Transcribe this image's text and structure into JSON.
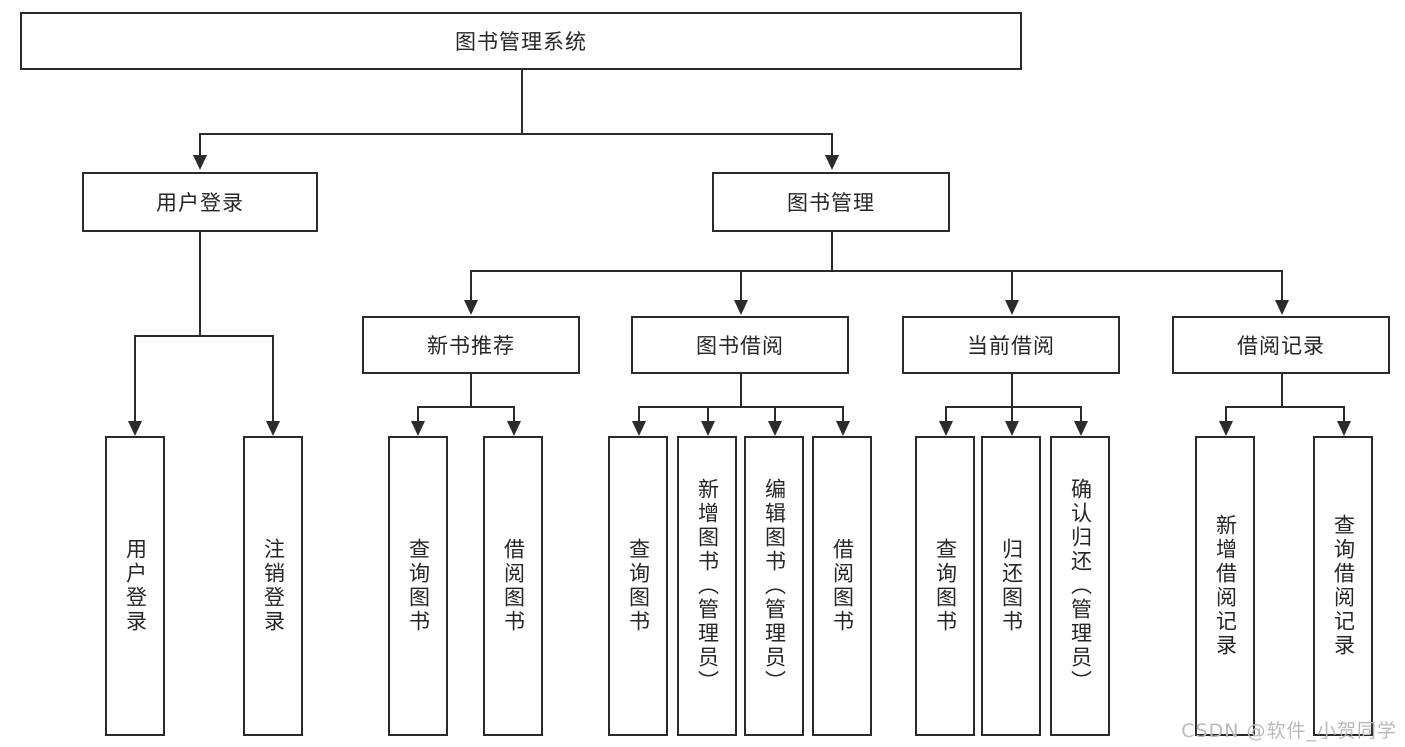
{
  "diagram": {
    "title": "图书管理系统",
    "root": {
      "label": "图书管理系统"
    },
    "level2": [
      {
        "label": "用户登录"
      },
      {
        "label": "图书管理"
      }
    ],
    "level3": [
      {
        "label": "新书推荐"
      },
      {
        "label": "图书借阅"
      },
      {
        "label": "当前借阅"
      },
      {
        "label": "借阅记录"
      }
    ],
    "leaves": {
      "user_login": [
        {
          "label": "用户登录"
        },
        {
          "label": "注销登录"
        }
      ],
      "new_book_recommend": [
        {
          "label": "查询图书"
        },
        {
          "label": "借阅图书"
        }
      ],
      "book_borrow": [
        {
          "label": "查询图书"
        },
        {
          "label": "新增图书（管理员）"
        },
        {
          "label": "编辑图书（管理员）"
        },
        {
          "label": "借阅图书"
        }
      ],
      "current_borrow": [
        {
          "label": "查询图书"
        },
        {
          "label": "归还图书"
        },
        {
          "label": "确认归还（管理员）"
        }
      ],
      "borrow_record": [
        {
          "label": "新增借阅记录"
        },
        {
          "label": "查询借阅记录"
        }
      ]
    }
  },
  "watermark": {
    "text": "CSDN @软件_小贺同学"
  },
  "colors": {
    "stroke": "#2b2b2b",
    "background": "#ffffff",
    "text": "#262626",
    "watermark": "#b9b9b9"
  },
  "chart_data": {
    "type": "diagram",
    "title": "图书管理系统 功能结构图",
    "nodes": [
      {
        "id": "root",
        "label": "图书管理系统",
        "level": 1
      },
      {
        "id": "user-login",
        "label": "用户登录",
        "level": 2
      },
      {
        "id": "book-manage",
        "label": "图书管理",
        "level": 2
      },
      {
        "id": "new-book",
        "label": "新书推荐",
        "level": 3
      },
      {
        "id": "book-borrow",
        "label": "图书借阅",
        "level": 3
      },
      {
        "id": "current-borrow",
        "label": "当前借阅",
        "level": 3
      },
      {
        "id": "borrow-record",
        "label": "借阅记录",
        "level": 3
      },
      {
        "id": "leaf-user-login",
        "label": "用户登录",
        "level": 4
      },
      {
        "id": "leaf-logout",
        "label": "注销登录",
        "level": 4
      },
      {
        "id": "leaf-nb-query",
        "label": "查询图书",
        "level": 4
      },
      {
        "id": "leaf-nb-borrow",
        "label": "借阅图书",
        "level": 4
      },
      {
        "id": "leaf-bb-query",
        "label": "查询图书",
        "level": 4
      },
      {
        "id": "leaf-bb-add",
        "label": "新增图书（管理员）",
        "level": 4
      },
      {
        "id": "leaf-bb-edit",
        "label": "编辑图书（管理员）",
        "level": 4
      },
      {
        "id": "leaf-bb-borrow",
        "label": "借阅图书",
        "level": 4
      },
      {
        "id": "leaf-cb-query",
        "label": "查询图书",
        "level": 4
      },
      {
        "id": "leaf-cb-return",
        "label": "归还图书",
        "level": 4
      },
      {
        "id": "leaf-cb-confirm",
        "label": "确认归还（管理员）",
        "level": 4
      },
      {
        "id": "leaf-br-add",
        "label": "新增借阅记录",
        "level": 4
      },
      {
        "id": "leaf-br-query",
        "label": "查询借阅记录",
        "level": 4
      }
    ],
    "edges": [
      {
        "from": "root",
        "to": "user-login"
      },
      {
        "from": "root",
        "to": "book-manage"
      },
      {
        "from": "user-login",
        "to": "leaf-user-login"
      },
      {
        "from": "user-login",
        "to": "leaf-logout"
      },
      {
        "from": "book-manage",
        "to": "new-book"
      },
      {
        "from": "book-manage",
        "to": "book-borrow"
      },
      {
        "from": "book-manage",
        "to": "current-borrow"
      },
      {
        "from": "book-manage",
        "to": "borrow-record"
      },
      {
        "from": "new-book",
        "to": "leaf-nb-query"
      },
      {
        "from": "new-book",
        "to": "leaf-nb-borrow"
      },
      {
        "from": "book-borrow",
        "to": "leaf-bb-query"
      },
      {
        "from": "book-borrow",
        "to": "leaf-bb-add"
      },
      {
        "from": "book-borrow",
        "to": "leaf-bb-edit"
      },
      {
        "from": "book-borrow",
        "to": "leaf-bb-borrow"
      },
      {
        "from": "current-borrow",
        "to": "leaf-cb-query"
      },
      {
        "from": "current-borrow",
        "to": "leaf-cb-return"
      },
      {
        "from": "current-borrow",
        "to": "leaf-cb-confirm"
      },
      {
        "from": "borrow-record",
        "to": "leaf-br-add"
      },
      {
        "from": "borrow-record",
        "to": "leaf-br-query"
      }
    ]
  }
}
